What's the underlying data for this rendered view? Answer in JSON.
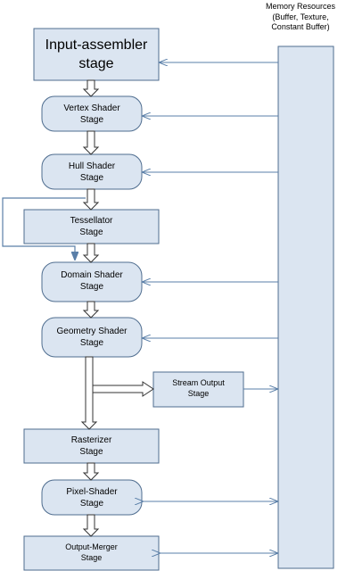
{
  "memory_resources": {
    "line1": "Memory Resources",
    "line2": "(Buffer, Texture,",
    "line3": "Constant Buffer)"
  },
  "stages": {
    "input_assembler": {
      "line1": "Input-assembler",
      "line2": "stage"
    },
    "vertex_shader": {
      "line1": "Vertex Shader",
      "line2": "Stage"
    },
    "hull_shader": {
      "line1": "Hull Shader",
      "line2": "Stage"
    },
    "tessellator": {
      "line1": "Tessellator",
      "line2": "Stage"
    },
    "domain_shader": {
      "line1": "Domain Shader",
      "line2": "Stage"
    },
    "geometry_shader": {
      "line1": "Geometry Shader",
      "line2": "Stage"
    },
    "stream_output": {
      "line1": "Stream Output",
      "line2": "Stage"
    },
    "rasterizer": {
      "line1": "Rasterizer",
      "line2": "Stage"
    },
    "pixel_shader": {
      "line1": "Pixel-Shader",
      "line2": "Stage"
    },
    "output_merger": {
      "line1": "Output-Merger",
      "line2": "Stage"
    }
  },
  "colors": {
    "box_fill": "#dbe5f1",
    "box_stroke": "#4f6d8f",
    "arrow_stroke": "#5a7fa8",
    "flow_stroke": "#333333"
  }
}
